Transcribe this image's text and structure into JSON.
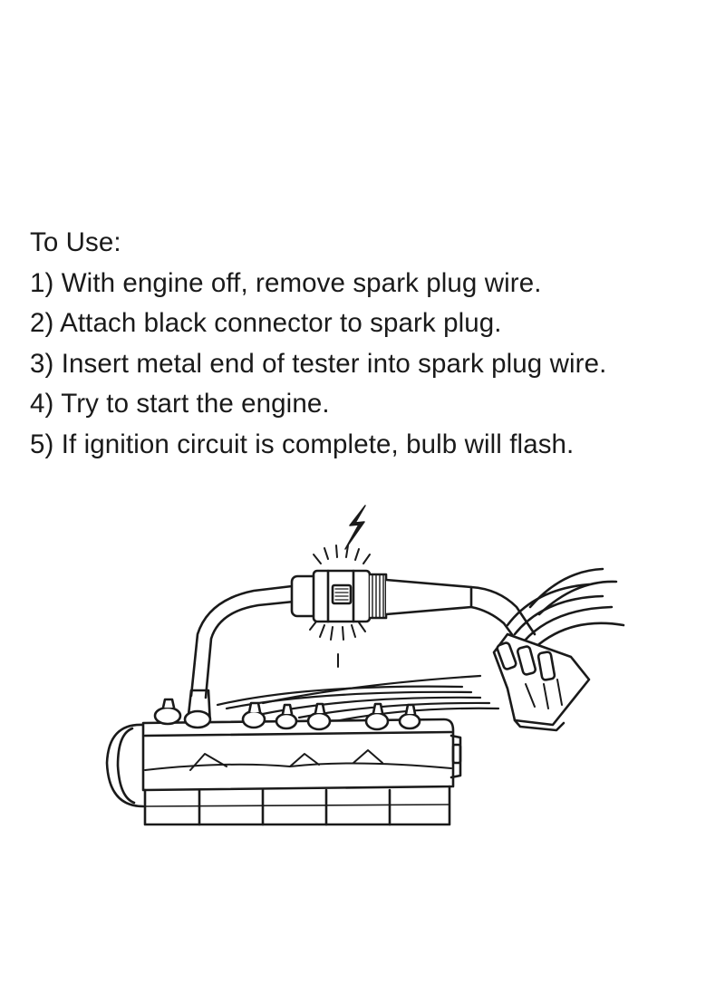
{
  "instructions": {
    "heading": "To Use:",
    "steps": [
      "1) With engine off, remove spark plug wire.",
      "2) Attach black connector to spark plug.",
      "3) Insert metal end of tester into spark plug wire.",
      "4) Try to start the engine.",
      "5) If ignition circuit is complete, bulb will flash."
    ]
  },
  "illustration": {
    "icon": "engine-spark-tester-illustration",
    "line_color": "#1a1a1a"
  }
}
